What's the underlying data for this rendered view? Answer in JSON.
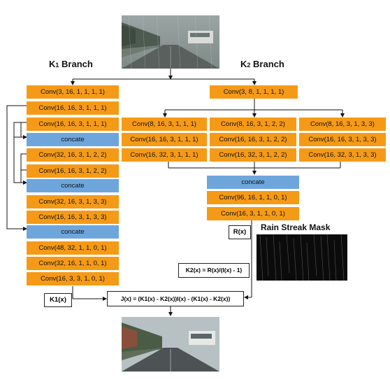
{
  "k1_branch": {
    "title_main": "K",
    "title_sub": "1",
    "title_rest": " Branch",
    "layers": [
      "Conv(3, 16, 1, 1, 1, 1)",
      "Conv(16, 16, 3, 1, 1, 1)",
      "Conv(16, 16, 3, 1, 1, 1)",
      "concate",
      "Conv(32, 16, 3, 1, 2, 2)",
      "Conv(16, 16, 3, 1, 2, 2)",
      "concate",
      "Conv(32, 16, 3, 1, 3, 3)",
      "Conv(16, 16, 3, 1, 3, 3)",
      "concate",
      "Conv(48, 32, 1, 1, 0, 1)",
      "Conv(32, 16, 1, 1, 0, 1)",
      "Conv(16, 3, 3, 1, 0, 1)"
    ],
    "output_label": "K1(x)"
  },
  "k2_branch": {
    "title_main": "K",
    "title_sub": "2",
    "title_rest": " Branch",
    "first_layer": "Conv(3, 8, 1, 1, 1, 1)",
    "col_a": [
      "Conv(8, 16, 3, 1, 1, 1)",
      "Conv(16, 16, 3, 1, 1, 1)",
      "Conv(16, 32, 3, 1, 1, 1)"
    ],
    "col_b": [
      "Conv(8, 16, 3, 1, 2, 2)",
      "Conv(16, 16, 3, 1, 2, 2)",
      "Conv(16, 32, 3, 1, 2, 2)"
    ],
    "col_c": [
      "Conv(8, 16, 3, 1, 3, 3)",
      "Conv(16, 16, 3, 1, 3, 3)",
      "Conv(16, 32, 3, 1, 3, 3)"
    ],
    "concat": "concate",
    "tail": [
      "Conv(96, 16, 1, 1, 0, 1)",
      "Conv(16, 3, 1, 1, 0, 1)"
    ],
    "r_label": "R(x)",
    "k2_formula": "K2(x) = R(x)/(I(x) - 1)"
  },
  "mask": {
    "title": "Rain Streak Mask"
  },
  "output": {
    "formula": "J(x) = (K1(x) - K2(x))I(x) - (K1(x) - K2(x))"
  },
  "colors": {
    "conv": "#f59a16",
    "concat": "#6ea6dc"
  }
}
